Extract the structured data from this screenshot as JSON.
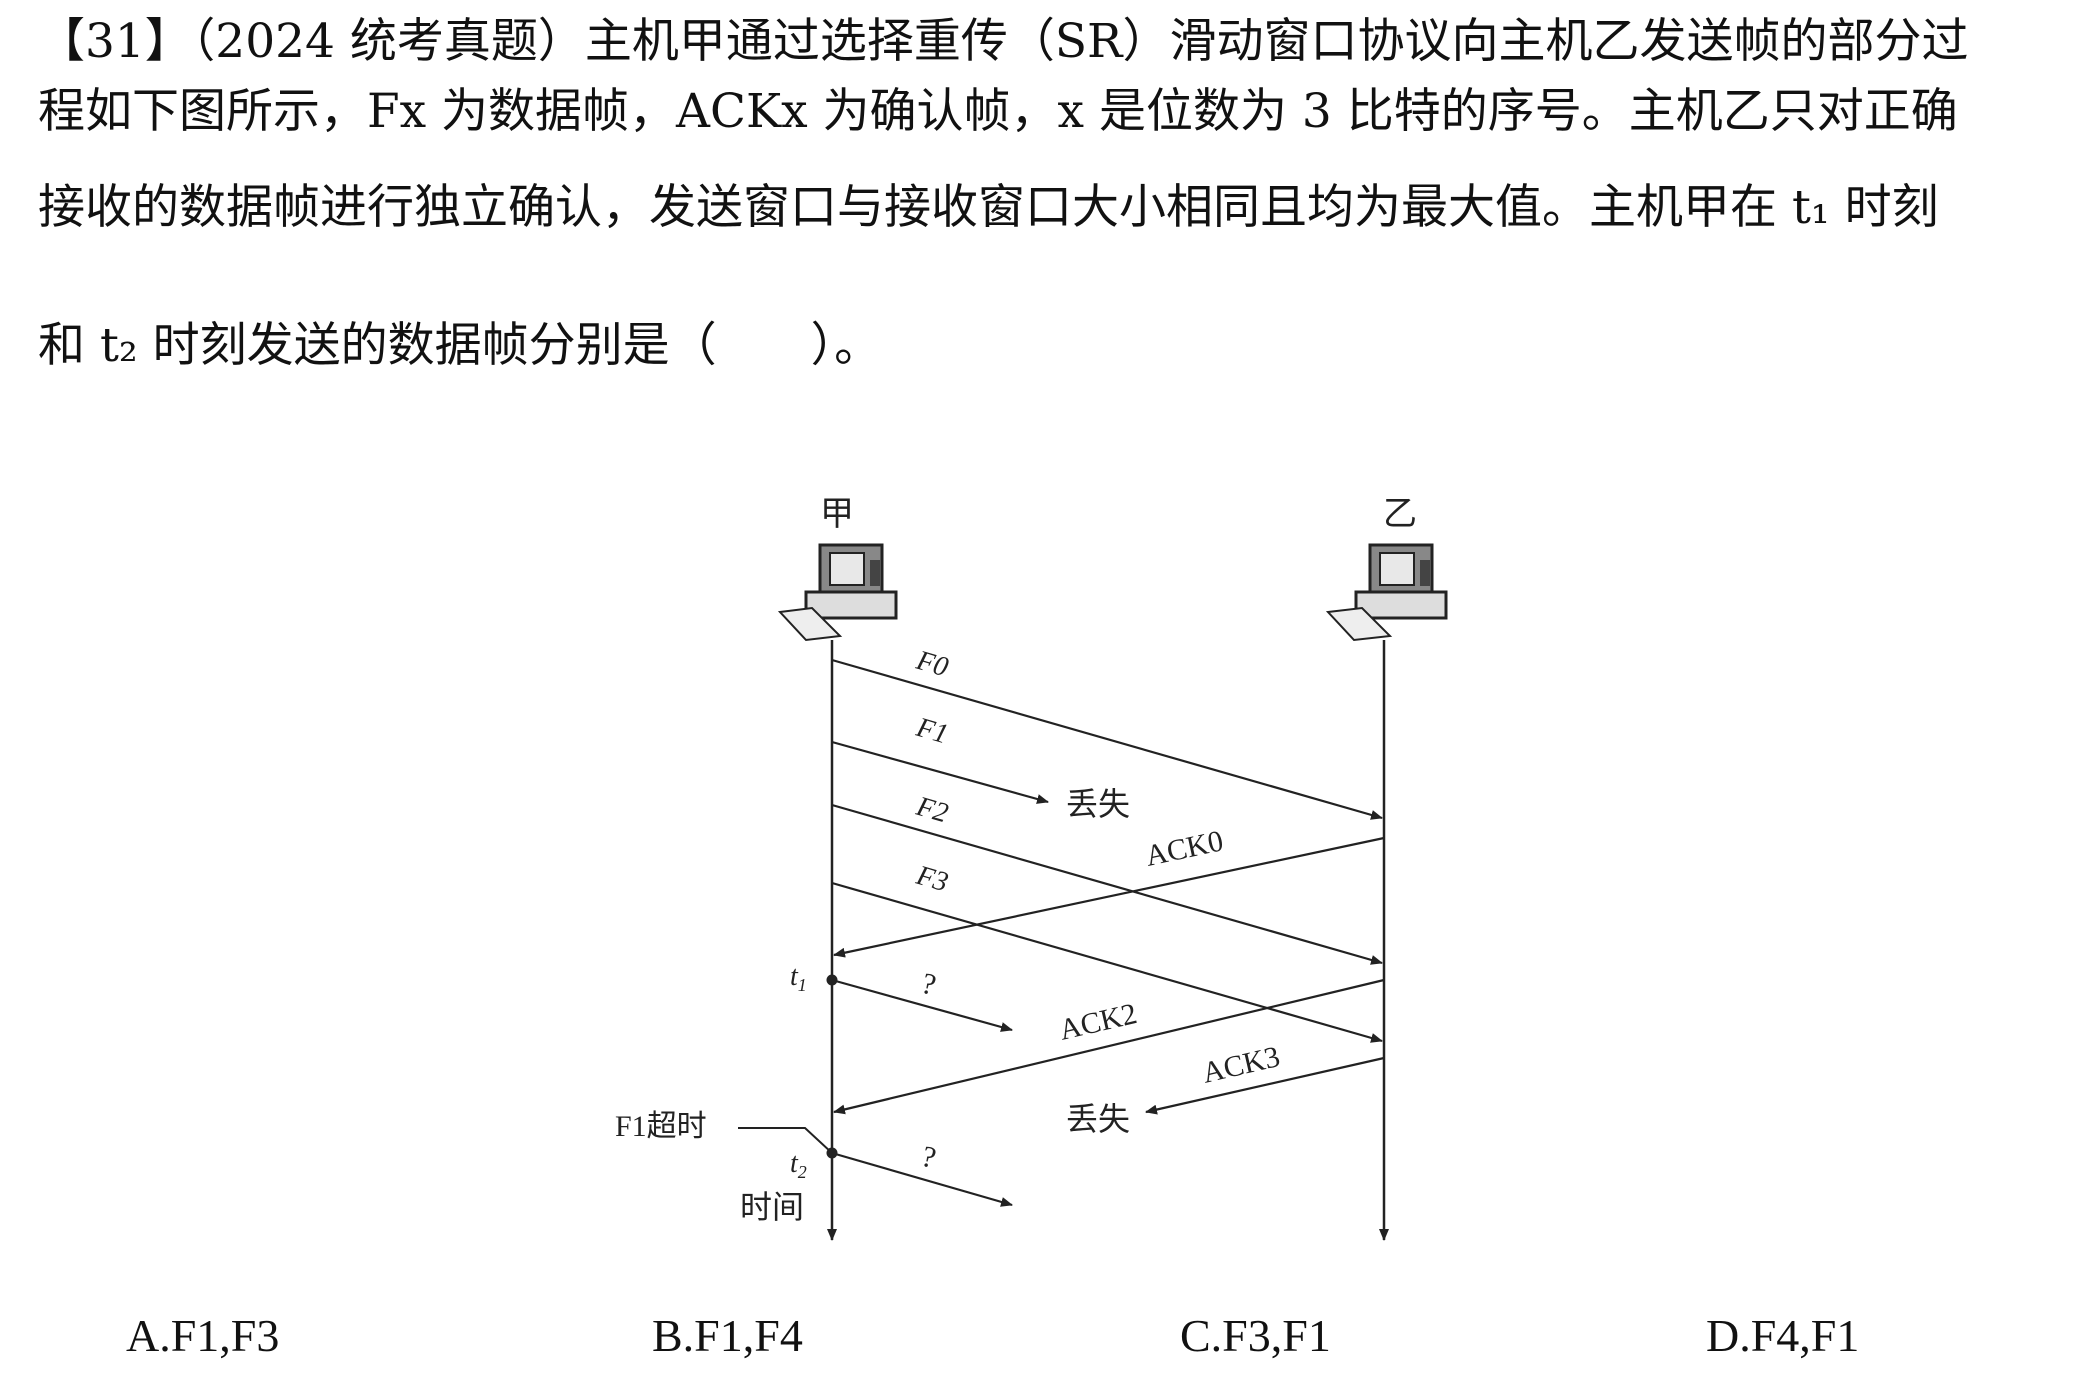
{
  "question": {
    "line1": "【31】（2024 统考真题）主机甲通过选择重传（SR）滑动窗口协议向主机乙发送帧的部分过",
    "line2": "程如下图所示，Fx 为数据帧，ACKx 为确认帧，x 是位数为 3 比特的序号。主机乙只对正确",
    "line3": "接收的数据帧进行独立确认，发送窗口与接收窗口大小相同且均为最大值。主机甲在 t₁ 时刻",
    "line4": "和 t₂ 时刻发送的数据帧分别是（　　）。"
  },
  "diagram": {
    "host_a": "甲",
    "host_b": "乙",
    "frames": [
      "F0",
      "F1",
      "F2",
      "F3"
    ],
    "lost_label": "丢失",
    "acks": [
      "ACK0",
      "ACK2",
      "ACK3"
    ],
    "unknown": "?",
    "t1": "t",
    "t1_sub": "1",
    "t2": "t",
    "t2_sub": "2",
    "timeout_label": "F1超时",
    "time_label": "时间"
  },
  "options": {
    "a": "A.F1,F3",
    "b": "B.F1,F4",
    "c": "C.F3,F1",
    "d": "D.F4,F1"
  }
}
